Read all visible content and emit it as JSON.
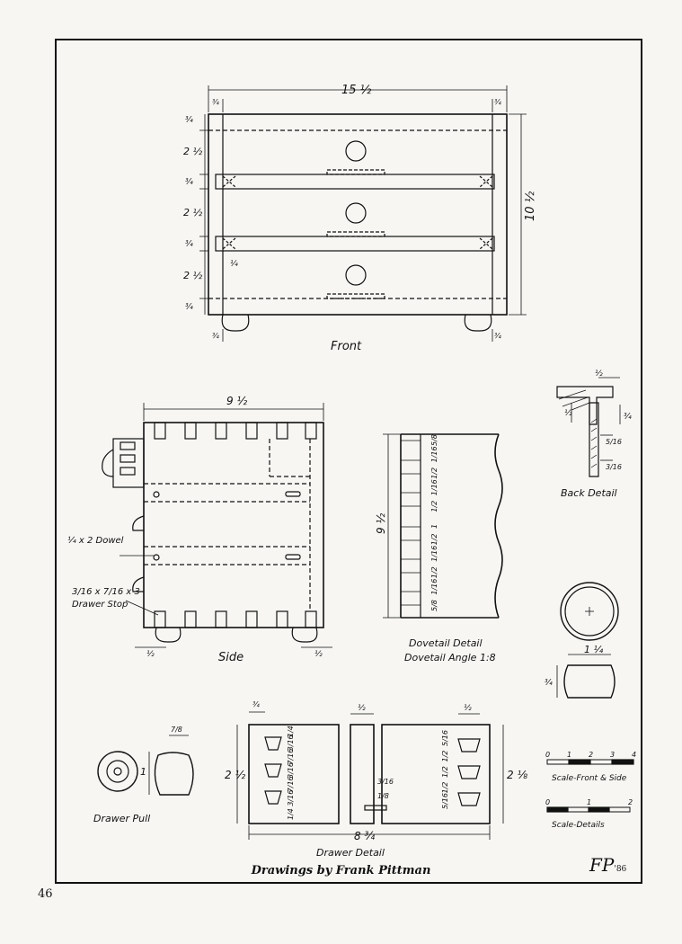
{
  "labels": {
    "front": "Front",
    "side": "Side",
    "back_detail": "Back Detail",
    "dovetail_detail": "Dovetail Detail",
    "dovetail_angle": "Dovetail Angle 1:8",
    "dowel": "¼ x 2 Dowel",
    "drawer_stop_size": "3/16 x 7/16 x 3",
    "drawer_stop": "Drawer Stop",
    "drawer_pull": "Drawer Pull",
    "drawer_detail": "Drawer Detail",
    "scale_front_side": "Scale-Front & Side",
    "scale_details": "Scale-Details"
  },
  "dimensions": {
    "front_width": "15 ½",
    "front_height": "10 ½",
    "front_rail": "¾",
    "front_drawer": "2 ½",
    "front_quarter": "¼",
    "front_foot": "¾",
    "side_width": "9 ½",
    "side_half": "½",
    "dovetail_height": "9 ½",
    "dovetail_pins": [
      "5/8",
      "1/16",
      "1/2",
      "1/16",
      "1/2",
      "1",
      "1/2",
      "1/16",
      "1/2",
      "1/16",
      "5/8"
    ],
    "back_a": "½",
    "back_b": "½",
    "back_c": "¾",
    "back_d": "5/16",
    "back_e": "3/16",
    "pull_width": "1 ¼",
    "pull_height": "¾",
    "pull_side": "1",
    "pull_top": "7/8",
    "drawer_front_height": "2 ½",
    "drawer_back_height": "2 ⅛",
    "drawer_length": "8 ¾",
    "drawer_front_thick": "¾",
    "drawer_half": "½",
    "drawer_side_half": "½",
    "drawer_front_col": [
      "1/4",
      "3/16",
      "7/16",
      "3/16",
      "7/16",
      "3/16",
      "1/4"
    ],
    "drawer_back_col": [
      "5/16",
      "1/2",
      "1/2",
      "1/2",
      "5/16"
    ],
    "drawer_groove": "3/16",
    "drawer_groove2": "1/8"
  },
  "scales": {
    "front_side_ticks": [
      "0",
      "1",
      "2",
      "3",
      "4"
    ],
    "details_ticks": [
      "0",
      "1",
      "2"
    ]
  },
  "caption": "Drawings by Frank Pittman",
  "signature": "FP",
  "signature_year": "'86",
  "page_number": "46"
}
